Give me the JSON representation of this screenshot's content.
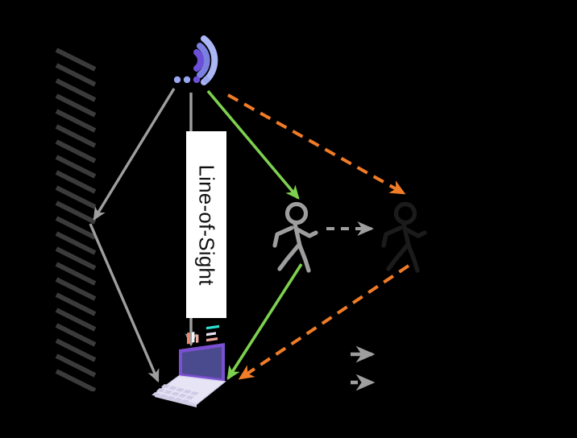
{
  "figure": {
    "title": "Wireless sensing multipath propagation diagram",
    "background_color": "#000000"
  },
  "labels": {
    "line_of_sight": "Line-of-Sight"
  },
  "colors": {
    "background": "#000000",
    "wall_hatch": "#3b3b3b",
    "gray_path": "#9e9e9e",
    "green_path": "#7ed04f",
    "orange_path": "#f07c28",
    "person_gray": "#9e9e9e",
    "person_dark": "#1b1b1b",
    "antenna_light": "#aab6f5",
    "antenna_mid": "#7b7fe0",
    "antenna_dark": "#6b4fd8",
    "laptop_screen": "#4a4a8f",
    "laptop_bezel": "#7a4fd0",
    "laptop_base": "#e6e4f5"
  },
  "elements": {
    "wall": {
      "name": "wall",
      "description": "hatched wall on left side",
      "hatch_count": 22
    },
    "antenna": {
      "name": "wifi-antenna",
      "description": "access point transmitter with radiating arcs",
      "dot_count": 4,
      "arc_count": 3
    },
    "laptop": {
      "name": "receiver-laptop",
      "description": "laptop receiver at bottom"
    },
    "person_gray": {
      "name": "person-before",
      "description": "walking person at earlier position"
    },
    "person_dark": {
      "name": "person-after",
      "description": "walking person at later position"
    }
  },
  "paths": [
    {
      "id": "tx-to-wall",
      "style": "solid",
      "color": "#9e9e9e",
      "from": "antenna",
      "to": "wall"
    },
    {
      "id": "wall-to-laptop",
      "style": "solid",
      "color": "#9e9e9e",
      "from": "wall",
      "to": "laptop"
    },
    {
      "id": "line-of-sight",
      "style": "solid",
      "color": "#9e9e9e",
      "from": "antenna",
      "to": "laptop"
    },
    {
      "id": "tx-to-person-before",
      "style": "solid",
      "color": "#7ed04f",
      "from": "antenna",
      "to": "person-before"
    },
    {
      "id": "person-before-to-laptop",
      "style": "solid",
      "color": "#7ed04f",
      "from": "person-before",
      "to": "laptop"
    },
    {
      "id": "tx-to-person-after",
      "style": "dashed",
      "color": "#f07c28",
      "from": "antenna",
      "to": "person-after"
    },
    {
      "id": "person-after-to-laptop",
      "style": "dashed",
      "color": "#f07c28",
      "from": "person-after",
      "to": "laptop"
    },
    {
      "id": "person-movement",
      "style": "dashed",
      "color": "#9e9e9e",
      "from": "person-before",
      "to": "person-after"
    }
  ],
  "legend": [
    {
      "id": "legend-solid-arrow",
      "style": "solid",
      "color": "#9e9e9e",
      "label": ""
    },
    {
      "id": "legend-dashed-arrow",
      "style": "dashed",
      "color": "#9e9e9e",
      "label": ""
    }
  ]
}
